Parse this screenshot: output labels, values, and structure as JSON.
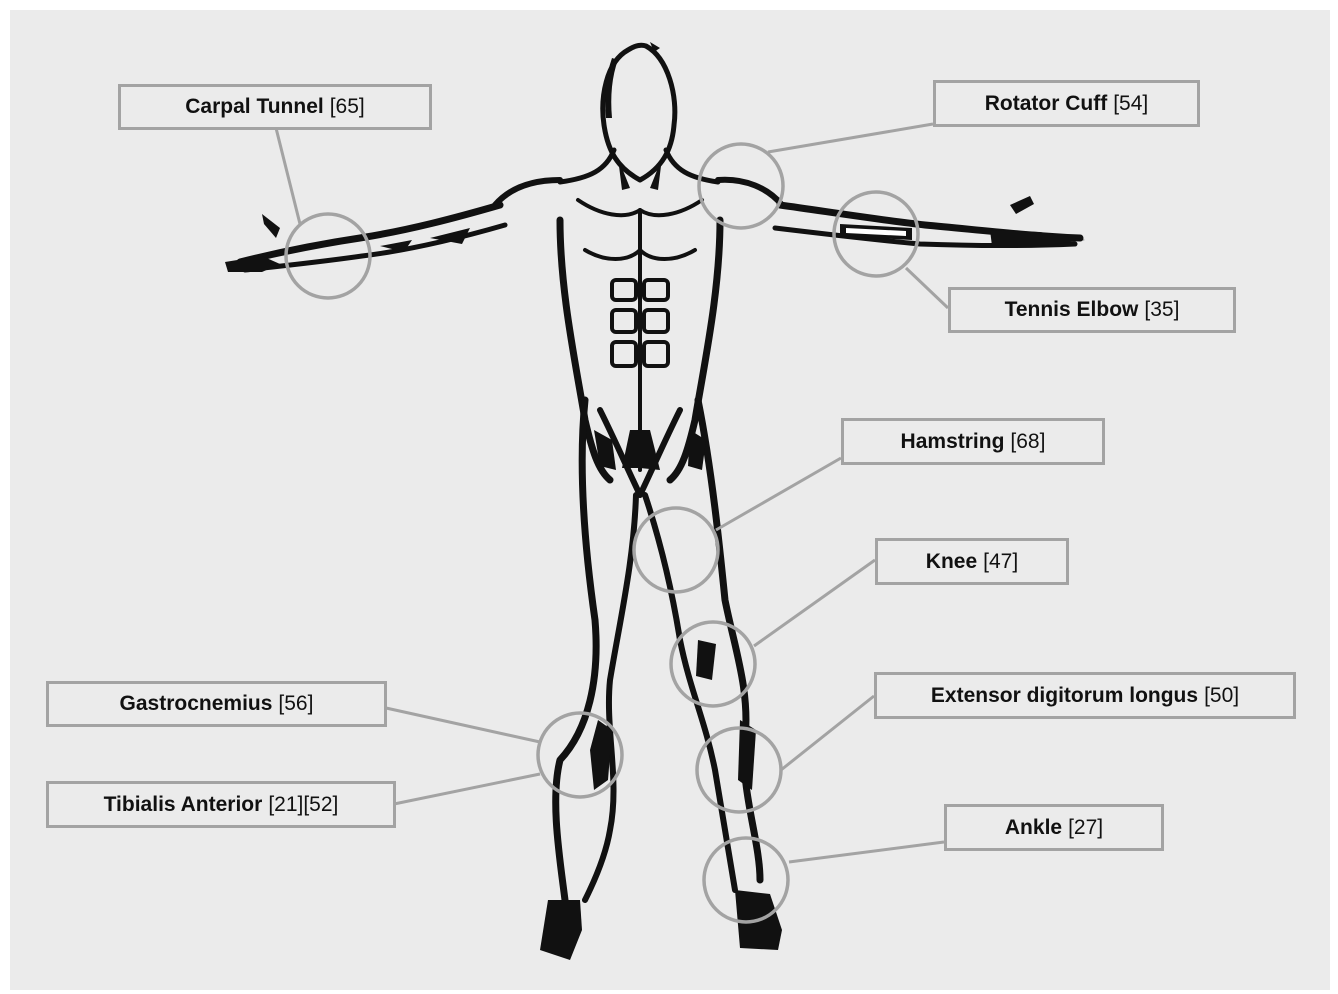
{
  "figure": {
    "type": "anatomy-diagram",
    "colors": {
      "background": "#ebebeb",
      "label_border": "#a3a3a3",
      "leader_line": "#a3a3a3",
      "text": "#111111",
      "figure_ink": "#111111"
    }
  },
  "callouts": [
    {
      "id": "carpal-tunnel",
      "name": "Carpal Tunnel",
      "ref": "[65]"
    },
    {
      "id": "rotator-cuff",
      "name": "Rotator Cuff",
      "ref": "[54]"
    },
    {
      "id": "tennis-elbow",
      "name": "Tennis Elbow",
      "ref": "[35]"
    },
    {
      "id": "hamstring",
      "name": "Hamstring",
      "ref": "[68]"
    },
    {
      "id": "knee",
      "name": "Knee",
      "ref": "[47]"
    },
    {
      "id": "extensor-digitorum-longus",
      "name": "Extensor digitorum longus",
      "ref": "[50]"
    },
    {
      "id": "gastrocnemius",
      "name": "Gastrocnemius",
      "ref": "[56]"
    },
    {
      "id": "tibialis-anterior",
      "name": "Tibialis Anterior",
      "ref": "[21][52]"
    },
    {
      "id": "ankle",
      "name": "Ankle",
      "ref": "[27]"
    }
  ]
}
